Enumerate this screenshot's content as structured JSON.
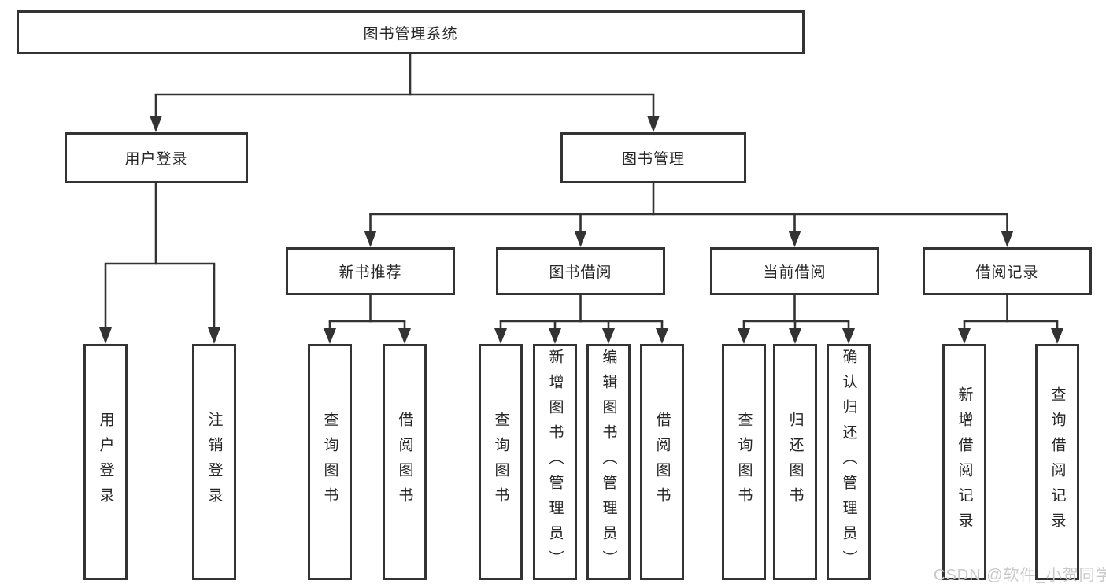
{
  "root": {
    "label": "图书管理系统"
  },
  "branches": [
    {
      "label": "用户登录",
      "children": [
        {
          "label": "用户登录"
        },
        {
          "label": "注销登录"
        }
      ]
    },
    {
      "label": "图书管理",
      "groups": [
        {
          "label": "新书推荐",
          "children": [
            {
              "label": "查询图书"
            },
            {
              "label": "借阅图书"
            }
          ]
        },
        {
          "label": "图书借阅",
          "children": [
            {
              "label": "查询图书"
            },
            {
              "label": "新增图书（管理员）"
            },
            {
              "label": "编辑图书（管理员）"
            },
            {
              "label": "借阅图书"
            }
          ]
        },
        {
          "label": "当前借阅",
          "children": [
            {
              "label": "查询图书"
            },
            {
              "label": "归还图书"
            },
            {
              "label": "确认归还（管理员）"
            }
          ]
        },
        {
          "label": "借阅记录",
          "children": [
            {
              "label": "新增借阅记录"
            },
            {
              "label": "查询借阅记录"
            }
          ]
        }
      ]
    }
  ],
  "watermark": "CSDN @软件_小贺同学",
  "colors": {
    "line": "#333333",
    "text": "#262626",
    "watermark": "#c9c9c9",
    "background": "#ffffff"
  }
}
